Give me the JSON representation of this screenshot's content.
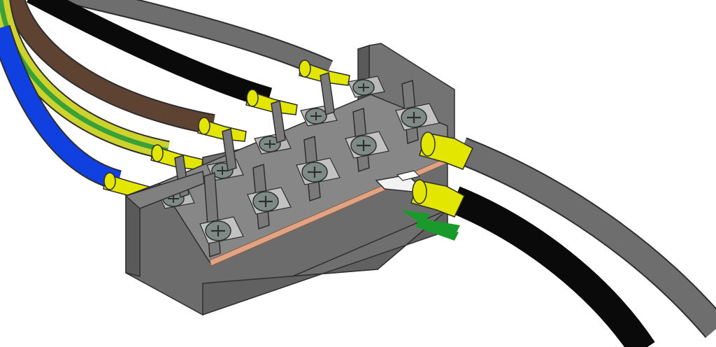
{
  "diagram": {
    "subject": "terminal-block-wiring",
    "colors": {
      "background": "#ffffff",
      "block_body": "#6f6f6f",
      "block_top": "#878787",
      "block_dark": "#575757",
      "outline": "#2e2e2e",
      "screw": "#7e8a85",
      "washer": "#b9b9b9",
      "copper": "#e0a384",
      "ferrule": "#e3e600",
      "wire_blue": "#1140e0",
      "wire_earth_yellow": "#cdd32a",
      "wire_earth_green": "#3aa13a",
      "wire_brown": "#5e4232",
      "wire_black": "#0a0a0a",
      "wire_grey": "#6e6e6e",
      "jumper": "#f2f2f2",
      "arrow": "#1a9a2a"
    },
    "icons": [
      "screw-icon",
      "ferrule-icon",
      "jumper-link-icon",
      "indicator-arrow-icon"
    ],
    "terminals_per_row": 5,
    "rows": 2
  }
}
